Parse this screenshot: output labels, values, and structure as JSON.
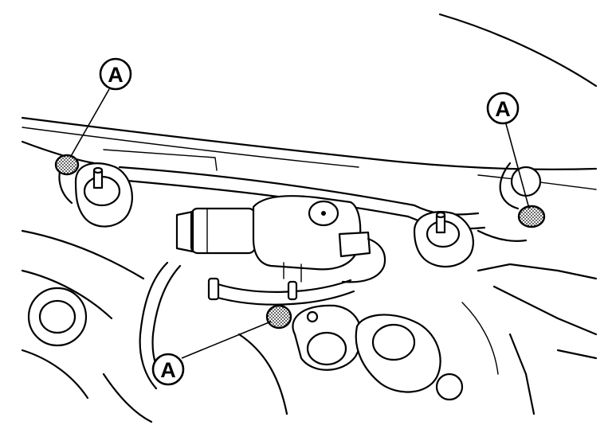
{
  "callouts": [
    {
      "id": "left-top",
      "label": "A"
    },
    {
      "id": "right-top",
      "label": "A"
    },
    {
      "id": "bottom-center",
      "label": "A"
    }
  ],
  "colors": {
    "line": "#000000",
    "background": "#ffffff"
  }
}
